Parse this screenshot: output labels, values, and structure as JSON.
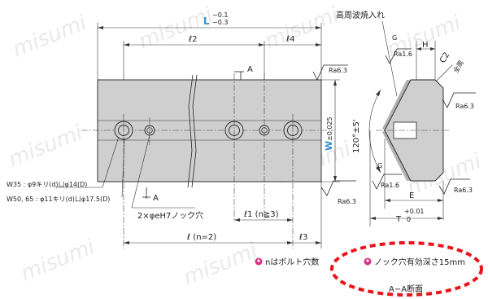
{
  "colors": {
    "line": "#222222",
    "body_fill": "#cfcfcf",
    "accent_blue": "#2f8fd0",
    "note_pin": "#d63384",
    "highlight_dash": "#e8141b",
    "watermark": "#d9d9d9"
  },
  "watermark_text": "misumi",
  "front_view": {
    "length_label": "L",
    "length_tol_upper": "−0.1",
    "length_tol_lower": "−0.3",
    "dim_l2": "ℓ2",
    "dim_l4": "ℓ4",
    "dim_l3": "ℓ3",
    "dim_l1": "ℓ1 (n≧3)",
    "dim_l_n2": "ℓ (n=2)",
    "section_mark_top": "A",
    "section_mark_bottom": "A",
    "roughness_top": "Ra6.3",
    "roughness_bottom": "Ra6.3",
    "hole_note_w35": "W35 : φ9キリ(d)ㄩφ14(D)",
    "hole_note_w50": "W50, 65 : φ11キリ(d)ㄩφ17.5(D)",
    "pin_hole_note": "2×φeH7ノック穴",
    "width_label": "W",
    "width_tol": "±0.025"
  },
  "section_view": {
    "induction_label": "高周波焼入れ",
    "dim_h": "H",
    "chamfer_label": "C2",
    "chamfer_note": "全周",
    "roughness_g_top": "G",
    "roughness_top": "Ra1.6",
    "roughness_right": "Ra6.3",
    "roughness_g_bottom": "G",
    "roughness_bottom": "Ra1.6",
    "angle_label": "120°±5'",
    "dim_e": "E",
    "dim_t": "T",
    "dim_t_tol_upper": "+0.01",
    "dim_t_tol_lower": "0",
    "roughness_bottom_right": "Ra6.3",
    "section_title": "A−A断面"
  },
  "notes": {
    "bolt_note": "nはボルト穴数",
    "pin_depth_note": "ノック穴有効深さ15mm"
  }
}
